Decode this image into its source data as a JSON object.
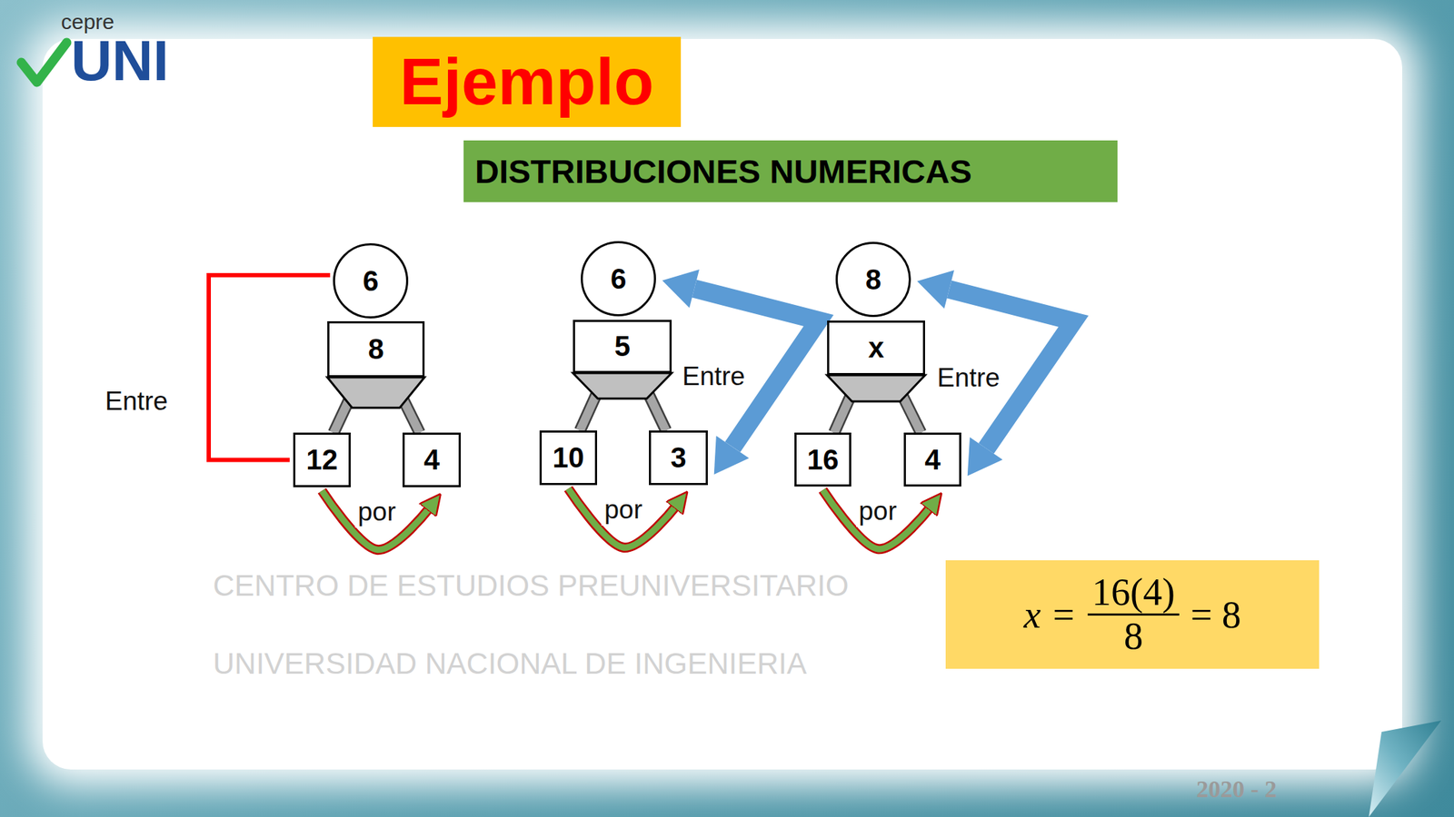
{
  "diagram": {
    "nodes": [
      {
        "text": [
          "Ejemplo"
        ]
      },
      {
        "text": [
          "DISTRIBUCIONES NUMERICAS"
        ]
      },
      {
        "text": [
          "6"
        ]
      },
      {
        "text": [
          "8"
        ]
      },
      {
        "text": [
          "12"
        ]
      },
      {
        "text": [
          "4"
        ]
      },
      {
        "text": [
          "6"
        ]
      },
      {
        "text": [
          "5"
        ]
      },
      {
        "text": [
          "10"
        ]
      },
      {
        "text": [
          "3"
        ]
      },
      {
        "text": [
          "8"
        ]
      },
      {
        "text": [
          "x"
        ]
      },
      {
        "text": [
          "16"
        ]
      },
      {
        "text": [
          "4"
        ]
      },
      {
        "text": [
          "x =",
          "16(4)",
          "8",
          "= 8"
        ]
      }
    ],
    "edges": [
      {
        "from": 3,
        "to": 4,
        "arrow": "none"
      },
      {
        "from": 3,
        "to": 5,
        "arrow": "none"
      },
      {
        "from": 4,
        "to": 5,
        "label": "por",
        "arrow": "to"
      },
      {
        "from": 2,
        "to": 4,
        "label": "Entre",
        "arrow": "none"
      },
      {
        "from": 7,
        "to": 8,
        "arrow": "none"
      },
      {
        "from": 7,
        "to": 9,
        "arrow": "none"
      },
      {
        "from": 8,
        "to": 9,
        "label": "por",
        "arrow": "to"
      },
      {
        "from": 6,
        "to": 9,
        "label": "Entre",
        "arrow": "both"
      },
      {
        "from": 11,
        "to": 12,
        "arrow": "none"
      },
      {
        "from": 11,
        "to": 13,
        "arrow": "none"
      },
      {
        "from": 12,
        "to": 13,
        "label": "por",
        "arrow": "to"
      },
      {
        "from": 10,
        "to": 13,
        "label": "Entre",
        "arrow": "both"
      }
    ],
    "labels": [
      "cepre",
      "UNI",
      "CENTRO DE ESTUDIOS PREUNIVERSITARIO",
      "UNIVERSIDAD NACIONAL DE INGENIERIA",
      "2020 - 2"
    ]
  }
}
